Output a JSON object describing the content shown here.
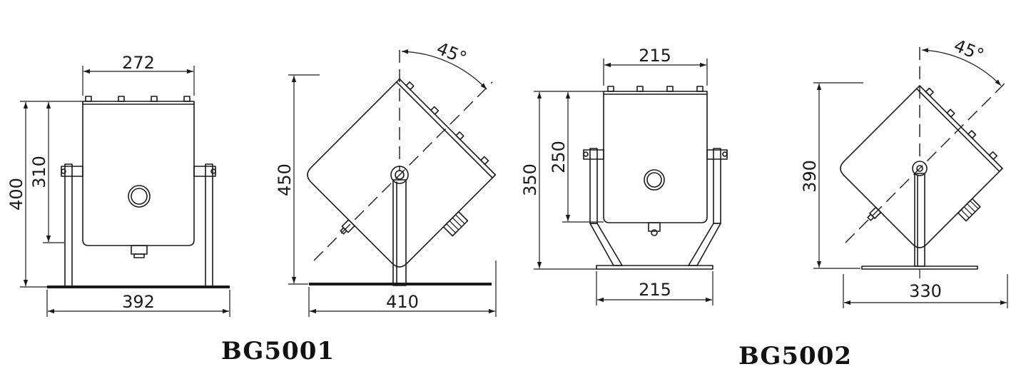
{
  "models": [
    {
      "name": "BG5001",
      "front": {
        "width_top": "272",
        "height_total": "400",
        "height_body": "310",
        "base_width": "392"
      },
      "side": {
        "height": "450",
        "base_width": "410",
        "angle": "45°"
      }
    },
    {
      "name": "BG5002",
      "front": {
        "width_top": "215",
        "height_total": "350",
        "height_body": "250",
        "base_width": "215"
      },
      "side": {
        "height": "390",
        "base_width": "330",
        "angle": "45°"
      }
    }
  ]
}
